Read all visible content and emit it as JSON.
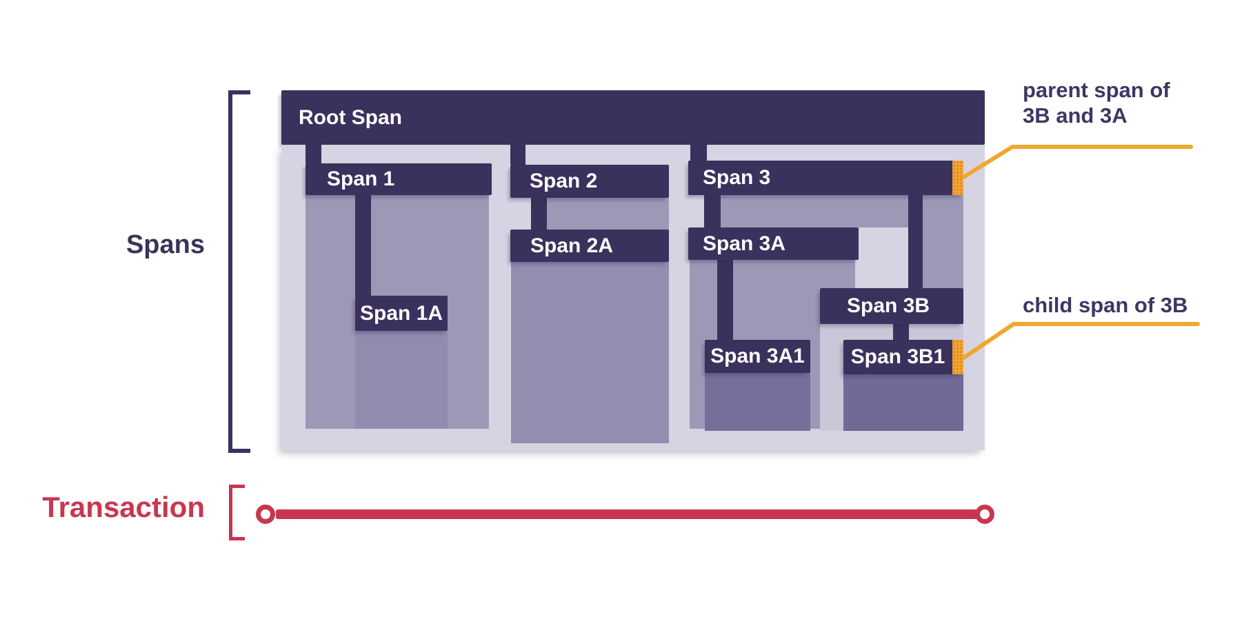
{
  "labels": {
    "spans": "Spans",
    "transaction": "Transaction"
  },
  "spans": {
    "root": "Root Span",
    "span1": "Span 1",
    "span1a": "Span 1A",
    "span2": "Span 2",
    "span2a": "Span 2A",
    "span3": "Span 3",
    "span3a": "Span 3A",
    "span3a1": "Span 3A1",
    "span3b": "Span 3B",
    "span3b1": "Span 3B1"
  },
  "annotations": {
    "parent_line1": "parent span of",
    "parent_line2": "3B and 3A",
    "child": "child span of 3B"
  },
  "hierarchy": {
    "Root Span": {
      "Span 1": [
        "Span 1A"
      ],
      "Span 2": [
        "Span 2A"
      ],
      "Span 3": {
        "Span 3A": [
          "Span 3A1"
        ],
        "Span 3B": [
          "Span 3B1"
        ]
      }
    }
  },
  "colors": {
    "dark": "#3A315C",
    "panel": "#D6D3E2",
    "panel3b": "#CAC7D9",
    "body": "#9D98B6",
    "body1a": "#918BAE",
    "body2a": "#938DB0",
    "body3a1": "#756F9C",
    "body3b1": "#6F6A96",
    "orange": "#EFA72E",
    "red": "#C8374F",
    "annotation": "#3E3663",
    "label": "#3C3358"
  }
}
